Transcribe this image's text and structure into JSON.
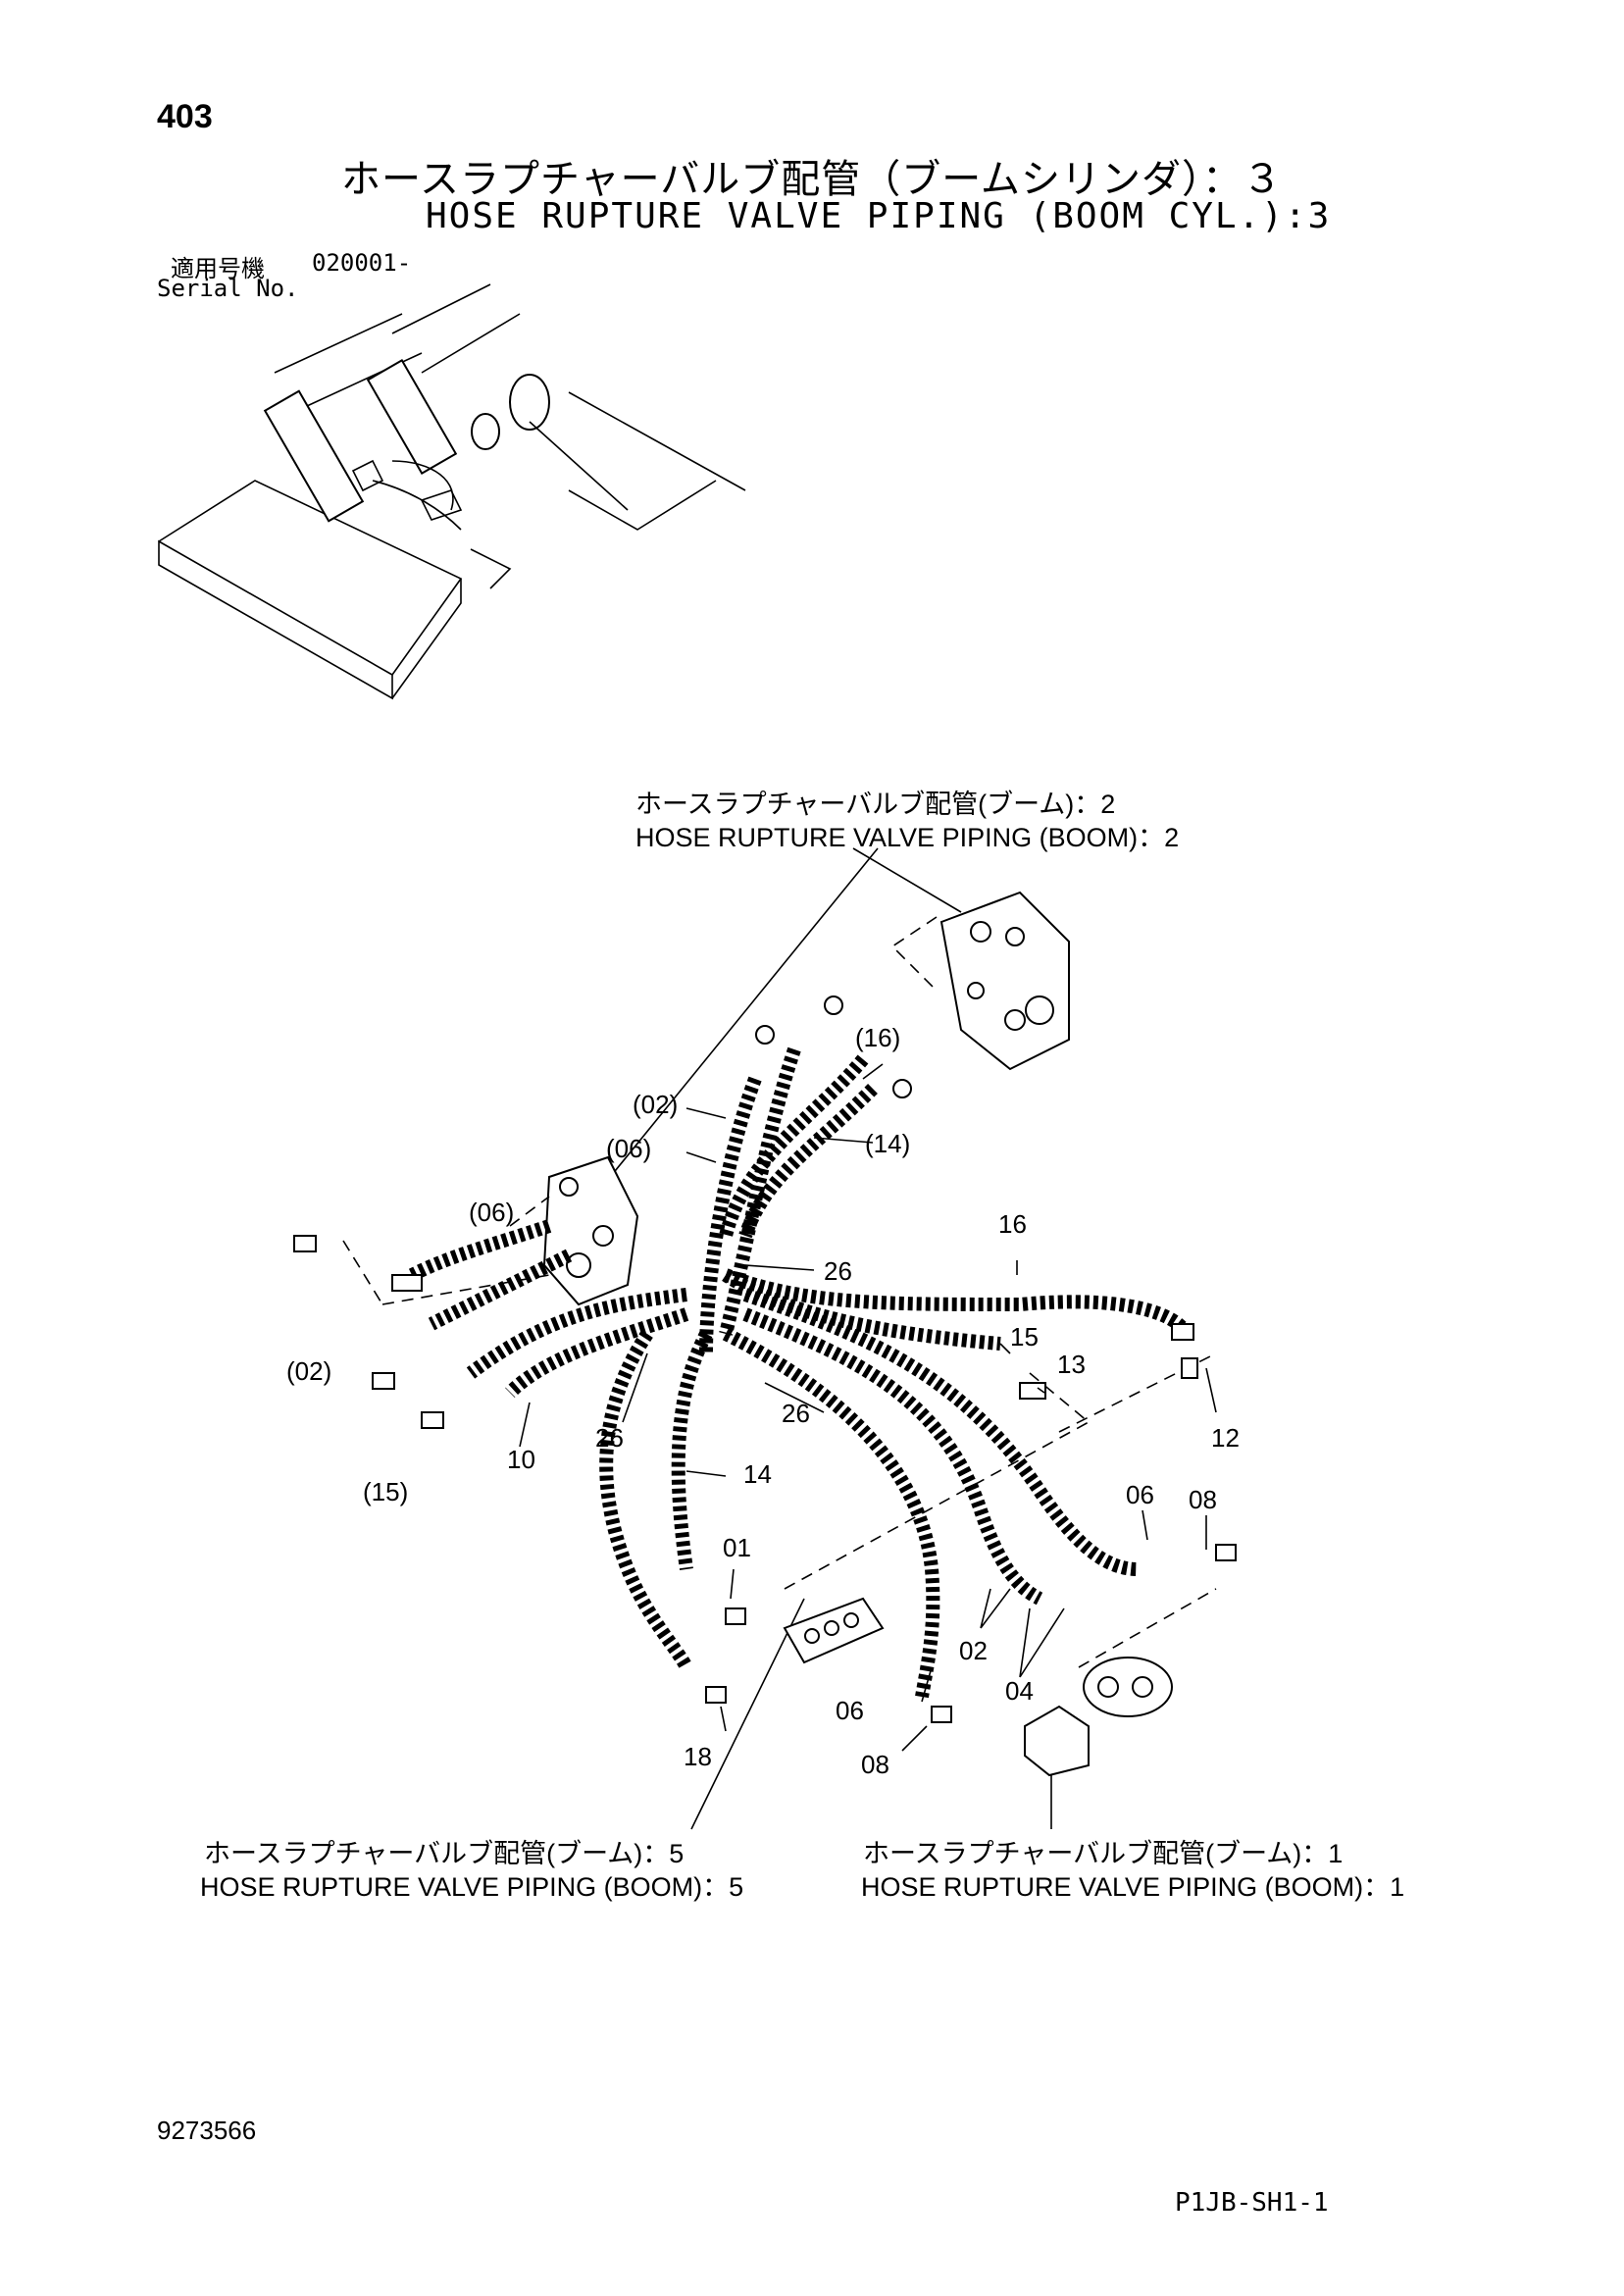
{
  "page_number": "403",
  "title": {
    "jp": "ホースラプチャーバルブ配管（ブームシリンダ）：３",
    "en": "HOSE RUPTURE VALVE PIPING (BOOM CYL.):3"
  },
  "serial": {
    "label_jp": "適用号機",
    "label_en": "Serial No.",
    "value": "020001-"
  },
  "cross_references": [
    {
      "jp": "ホースラプチャーバルブ配管(ブーム)：2",
      "en": "HOSE RUPTURE VALVE PIPING (BOOM)：2"
    },
    {
      "jp": "ホースラプチャーバルブ配管(ブーム)：5",
      "en": "HOSE RUPTURE VALVE PIPING (BOOM)：5"
    },
    {
      "jp": "ホースラプチャーバルブ配管(ブーム)：1",
      "en": "HOSE RUPTURE VALVE PIPING (BOOM)：1"
    }
  ],
  "callouts": [
    "(16)",
    "(02)",
    "(06)",
    "(14)",
    "16",
    "(06)",
    "26",
    "15",
    "13",
    "(02)",
    "12",
    "26",
    "26",
    "10",
    "14",
    "(15)",
    "06",
    "08",
    "01",
    "02",
    "04",
    "06",
    "18",
    "08"
  ],
  "doc_number": "9273566",
  "sheet_code": "P1JB-SH1-1"
}
